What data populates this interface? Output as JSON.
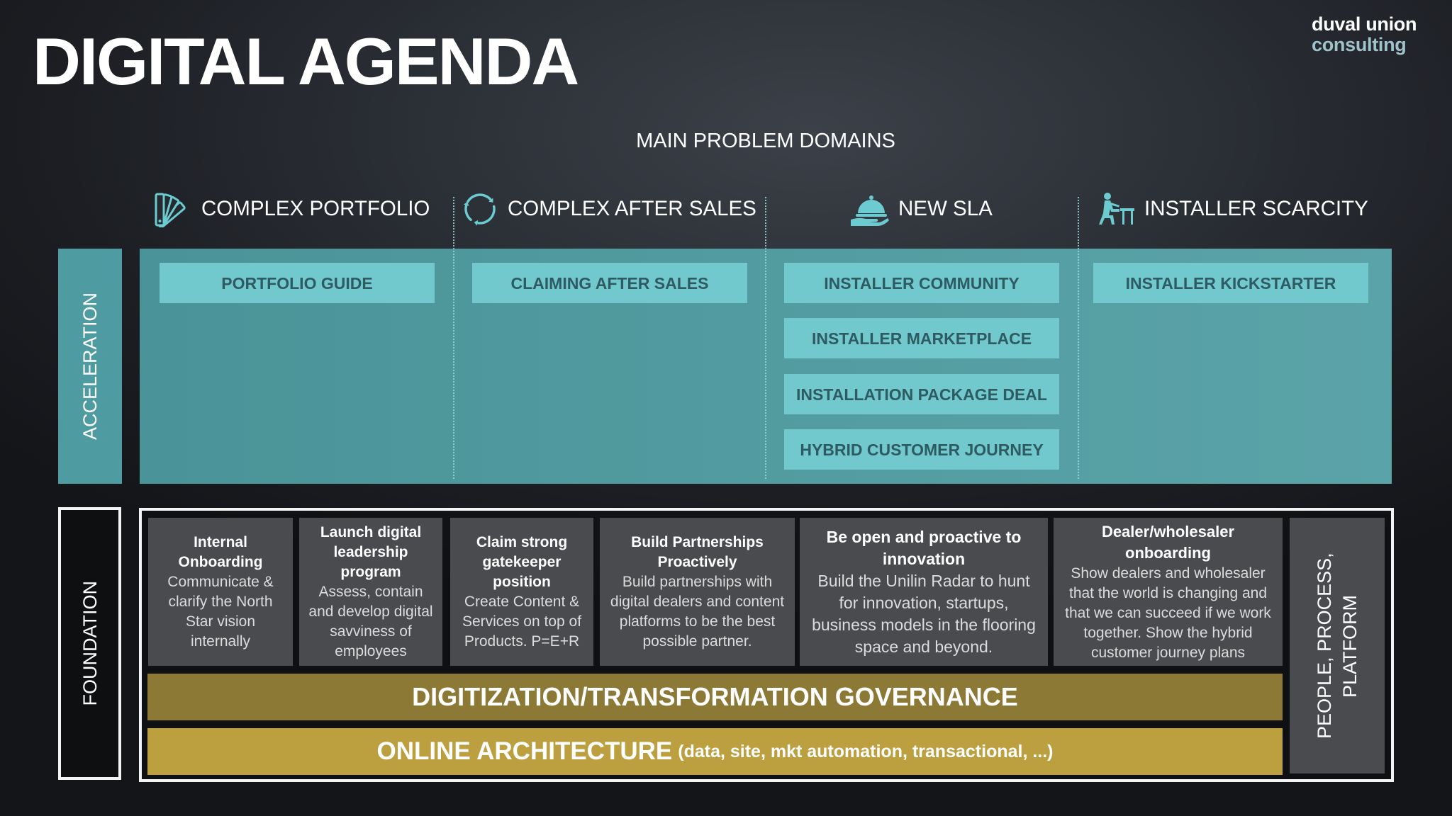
{
  "title": "DIGITAL AGENDA",
  "logo": {
    "line1": "duval union",
    "line2": "consulting"
  },
  "section_heading": "MAIN PROBLEM DOMAINS",
  "domains": [
    {
      "label": "COMPLEX PORTFOLIO",
      "icon": "swatch-fan-icon"
    },
    {
      "label": "COMPLEX AFTER SALES",
      "icon": "cycle-arrows-icon"
    },
    {
      "label": "NEW SLA",
      "icon": "service-bell-icon"
    },
    {
      "label": "INSTALLER SCARCITY",
      "icon": "installer-icon"
    }
  ],
  "acceleration": {
    "label": "ACCELERATION",
    "columns": [
      [
        "PORTFOLIO GUIDE"
      ],
      [
        "CLAIMING AFTER SALES"
      ],
      [
        "INSTALLER COMMUNITY",
        "INSTALLER MARKETPLACE",
        "INSTALLATION PACKAGE DEAL",
        "HYBRID CUSTOMER JOURNEY"
      ],
      [
        "INSTALLER KICKSTARTER"
      ]
    ]
  },
  "foundation": {
    "label": "FOUNDATION",
    "initiatives": [
      {
        "title": "Internal Onboarding",
        "text": "Communicate & clarify the North Star vision internally"
      },
      {
        "title": "Launch digital leadership program",
        "text": "Assess, contain and develop digital savviness of employees"
      },
      {
        "title": "Claim strong gatekeeper position",
        "text": "Create Content & Services on top of Products. P=E+R"
      },
      {
        "title": "Build Partnerships Proactively",
        "text": "Build partnerships with digital dealers and content platforms to be the best possible partner."
      },
      {
        "title": "Be open and proactive to innovation",
        "text": "Build the Unilin Radar to hunt for innovation, startups, business models in the flooring space and beyond."
      },
      {
        "title": "Dealer/wholesaler onboarding",
        "text": "Show dealers and wholesaler that the world is changing and that we can succeed if we work together. Show the hybrid customer journey plans"
      }
    ],
    "governance": "DIGITIZATION/TRANSFORMATION GOVERNANCE",
    "architecture": {
      "title": "ONLINE ARCHITECTURE",
      "detail": "(data, site, mkt automation, transactional, ...)"
    },
    "pillar": "PEOPLE, PROCESS, PLATFORM"
  },
  "colors": {
    "acceleration": "#4e9ca1",
    "acceleration_tile": "#71c8cd",
    "tile_text": "#2d5b61",
    "governance": "#8c7935",
    "architecture": "#bca040",
    "icon": "#6ccbd0",
    "logo_secondary": "#9fc3cb",
    "initiative_card": "#4a4b4e"
  }
}
